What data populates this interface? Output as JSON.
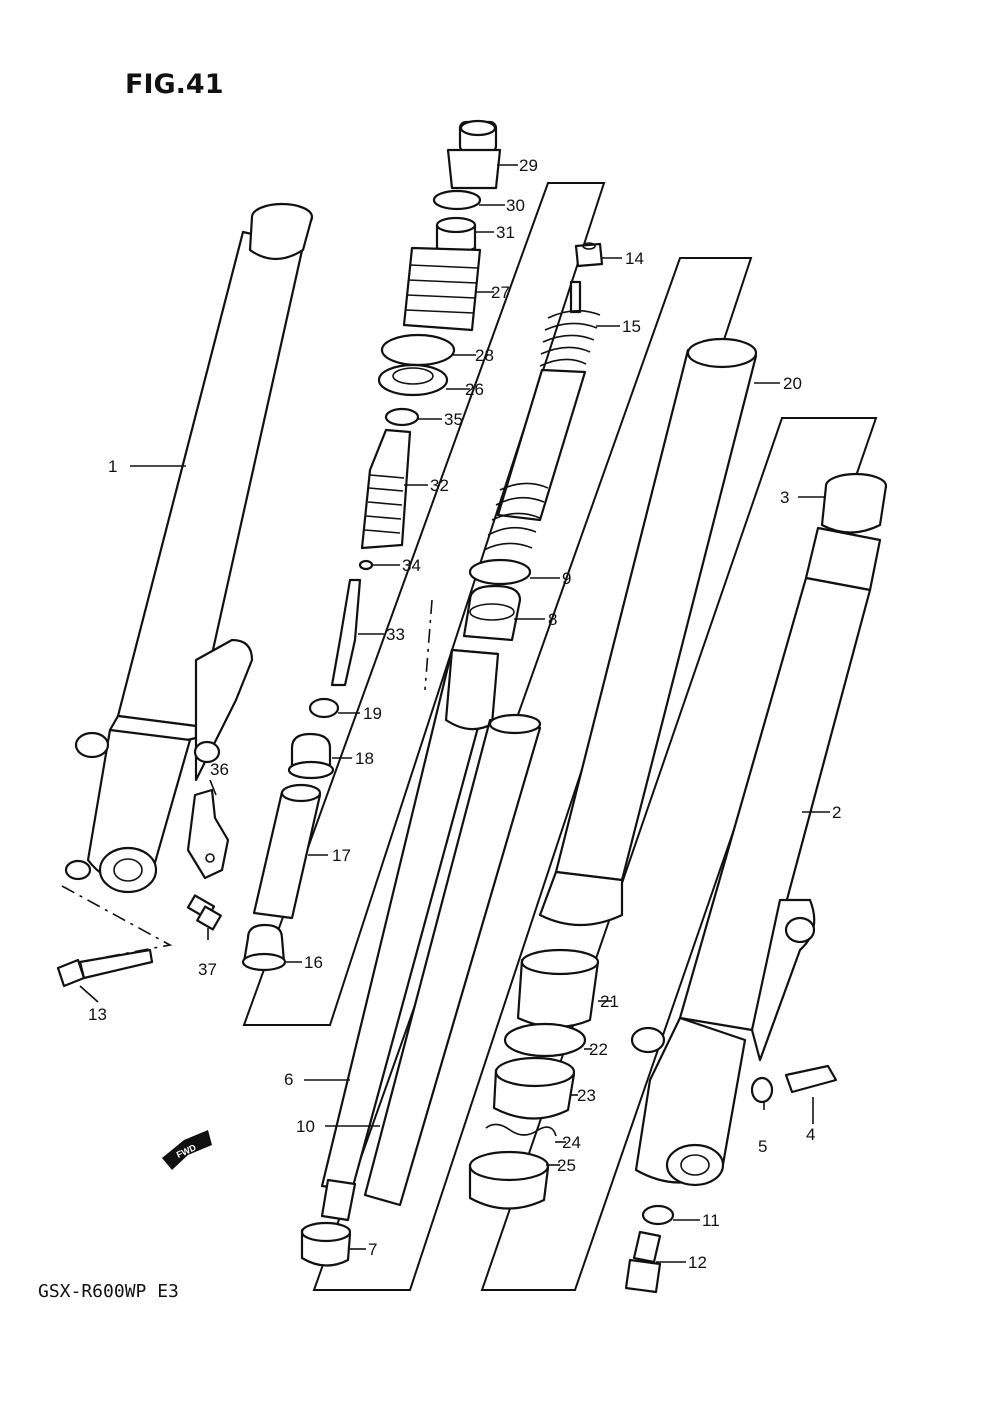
{
  "figure": {
    "title": "FIG.41",
    "model": "GSX-R600WP  E3",
    "fwd_label": "FWD"
  },
  "callouts": [
    {
      "id": "1",
      "text": "1"
    },
    {
      "id": "2",
      "text": "2"
    },
    {
      "id": "3",
      "text": "3"
    },
    {
      "id": "4",
      "text": "4"
    },
    {
      "id": "5",
      "text": "5"
    },
    {
      "id": "6",
      "text": "6"
    },
    {
      "id": "7",
      "text": "7"
    },
    {
      "id": "8",
      "text": "8"
    },
    {
      "id": "9",
      "text": "9"
    },
    {
      "id": "10",
      "text": "10"
    },
    {
      "id": "11",
      "text": "11"
    },
    {
      "id": "12",
      "text": "12"
    },
    {
      "id": "13",
      "text": "13"
    },
    {
      "id": "14",
      "text": "14"
    },
    {
      "id": "15",
      "text": "15"
    },
    {
      "id": "16",
      "text": "16"
    },
    {
      "id": "17",
      "text": "17"
    },
    {
      "id": "18",
      "text": "18"
    },
    {
      "id": "19",
      "text": "19"
    },
    {
      "id": "20",
      "text": "20"
    },
    {
      "id": "21",
      "text": "21"
    },
    {
      "id": "22",
      "text": "22"
    },
    {
      "id": "23",
      "text": "23"
    },
    {
      "id": "24",
      "text": "24"
    },
    {
      "id": "25",
      "text": "25"
    },
    {
      "id": "26",
      "text": "26"
    },
    {
      "id": "27",
      "text": "27"
    },
    {
      "id": "28",
      "text": "28"
    },
    {
      "id": "29",
      "text": "29"
    },
    {
      "id": "30",
      "text": "30"
    },
    {
      "id": "31",
      "text": "31"
    },
    {
      "id": "32",
      "text": "32"
    },
    {
      "id": "33",
      "text": "33"
    },
    {
      "id": "34",
      "text": "34"
    },
    {
      "id": "35",
      "text": "35"
    },
    {
      "id": "36",
      "text": "36"
    },
    {
      "id": "37",
      "text": "37"
    }
  ]
}
